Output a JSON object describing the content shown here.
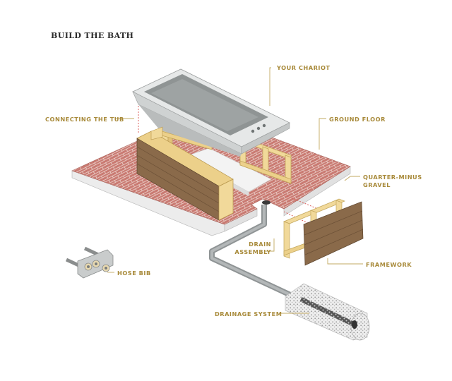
{
  "title": "BUILD THE BATH",
  "labels": {
    "your_chariot": "YOUR CHARIOT",
    "connecting_the_tub": "CONNECTING THE TUB",
    "ground_floor": "GROUND FLOOR",
    "quarter_minus_gravel_1": "QUARTER-MINUS",
    "quarter_minus_gravel_2": "GRAVEL",
    "drain_assembly_1": "DRAIN",
    "drain_assembly_2": "ASSEMBLY",
    "framework": "FRAMEWORK",
    "hose_bib": "HOSE BIB",
    "drainage_system": "DRAINAGE SYSTEM"
  },
  "colors": {
    "brick": "#c97a72",
    "brick_line": "#efd9d2",
    "gravel": "#e6e6e6",
    "wood_light": "#f1d99a",
    "wood_dark": "#8a6a4a",
    "tub": "#d5d8d8",
    "pipe": "#9ea3a4",
    "label": "#a88a3a",
    "leader": "#c2a860",
    "dash": "#d9534f"
  }
}
